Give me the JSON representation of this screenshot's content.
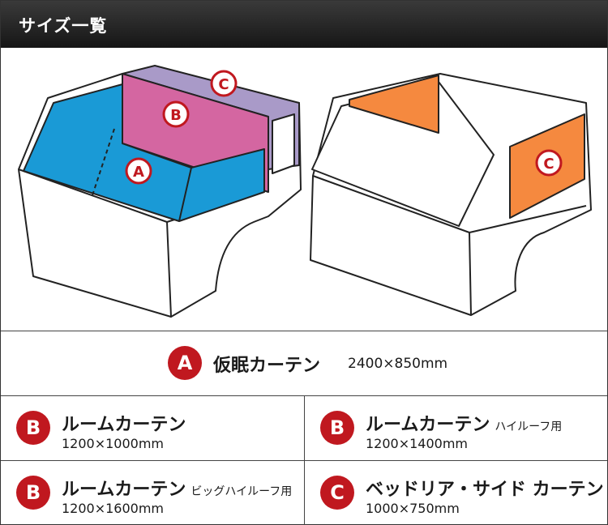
{
  "header": {
    "title": "サイズ一覧"
  },
  "diagram": {
    "label_a": "A",
    "label_b": "B",
    "label_c": "C",
    "label_c2": "C"
  },
  "items": [
    {
      "badge": "A",
      "name": "仮眠カーテン",
      "note": "",
      "size": "2400×850mm"
    },
    {
      "badge": "B",
      "name": "ルームカーテン",
      "note": "",
      "size": "1200×1000mm"
    },
    {
      "badge": "B",
      "name": "ルームカーテン",
      "note": "ハイルーフ用",
      "size": "1200×1400mm"
    },
    {
      "badge": "B",
      "name": "ルームカーテン",
      "note": "ビッグハイルーフ用",
      "size": "1200×1600mm"
    },
    {
      "badge": "C",
      "name": "ベッドリア・サイド カーテン",
      "note": "",
      "size": "1000×750mm"
    }
  ],
  "colors": {
    "blue": "#1a9ad6",
    "pink": "#d466a1",
    "purple": "#a99ac8",
    "orange": "#f5893f",
    "badge_red": "#c0181f"
  }
}
